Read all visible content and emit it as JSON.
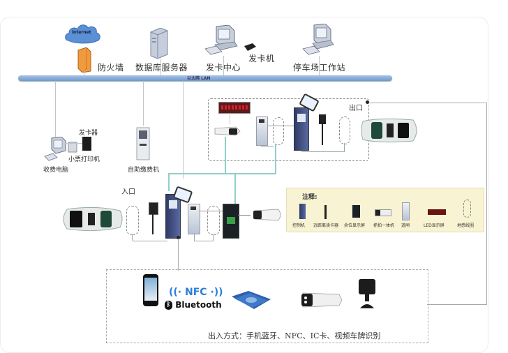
{
  "diagram": {
    "title_nodes": {
      "internet": "internet",
      "firewall": "防火墙",
      "db_server": "数据库服务器",
      "card_center": "发卡中心",
      "card_issuer_top": "发卡机",
      "workstation": "停车场工作站"
    },
    "network": {
      "lan_label": "以太网 LAN"
    },
    "left_group": {
      "card_issuer": "发卡器",
      "receipt_printer": "小票打印机",
      "cashier_pc": "收费电脑",
      "self_pay_kiosk": "自助缴费机"
    },
    "exit": {
      "label": "出口"
    },
    "entrance": {
      "label": "入口"
    },
    "legend": {
      "title": "注释:",
      "items": [
        {
          "icon": "controller-icon",
          "label": "控制机"
        },
        {
          "icon": "long-range-reader-icon",
          "label": "远距离读卡器"
        },
        {
          "icon": "space-display-icon",
          "label": "余位显示屏"
        },
        {
          "icon": "capture-camera-icon",
          "label": "抓拍一体机"
        },
        {
          "icon": "barrier-gate-icon",
          "label": "道闸"
        },
        {
          "icon": "led-display-icon",
          "label": "LED显示屏"
        },
        {
          "icon": "ground-loop-icon",
          "label": "地感线圈"
        }
      ]
    },
    "access_methods": {
      "nfc_label": "NFC",
      "bluetooth_label": "Bluetooth",
      "caption": "出入方式：手机蓝牙、NFC、IC卡、视频车牌识别"
    },
    "colors": {
      "lan_bar": "#7fa6d6",
      "teal_line": "#8fd0c6",
      "legend_bg": "#f7f3d3",
      "nfc_blue": "#2a7fd6",
      "led_red": "#8b1c1c",
      "firewall_orange": "#e88a2e"
    }
  }
}
